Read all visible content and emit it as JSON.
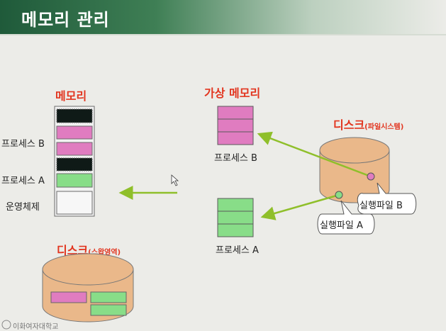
{
  "slide": {
    "title": "메모리 관리",
    "footer_text": "이화여자대학교"
  },
  "memory": {
    "heading": "메모리",
    "labels": [
      "프로세스 B",
      "프로세스 A",
      "운영체제"
    ]
  },
  "virtual_memory": {
    "heading": "가상 메모리",
    "process_b_label": "프로세스 B",
    "process_a_label": "프로세스 A"
  },
  "disk_fs": {
    "heading": "디스크",
    "subheading": "(파일시스템)",
    "file_b": "실행파일 B",
    "file_a": "실행파일 A"
  },
  "disk_swap": {
    "heading": "디스크",
    "subheading": "(스왑영역)"
  },
  "colors": {
    "pink": "#e07cc0",
    "green": "#88dd88",
    "black": "#0f1a17",
    "disk": "#eab88a",
    "arrow": "#8fbf2a",
    "heading_red": "#e2351f"
  }
}
